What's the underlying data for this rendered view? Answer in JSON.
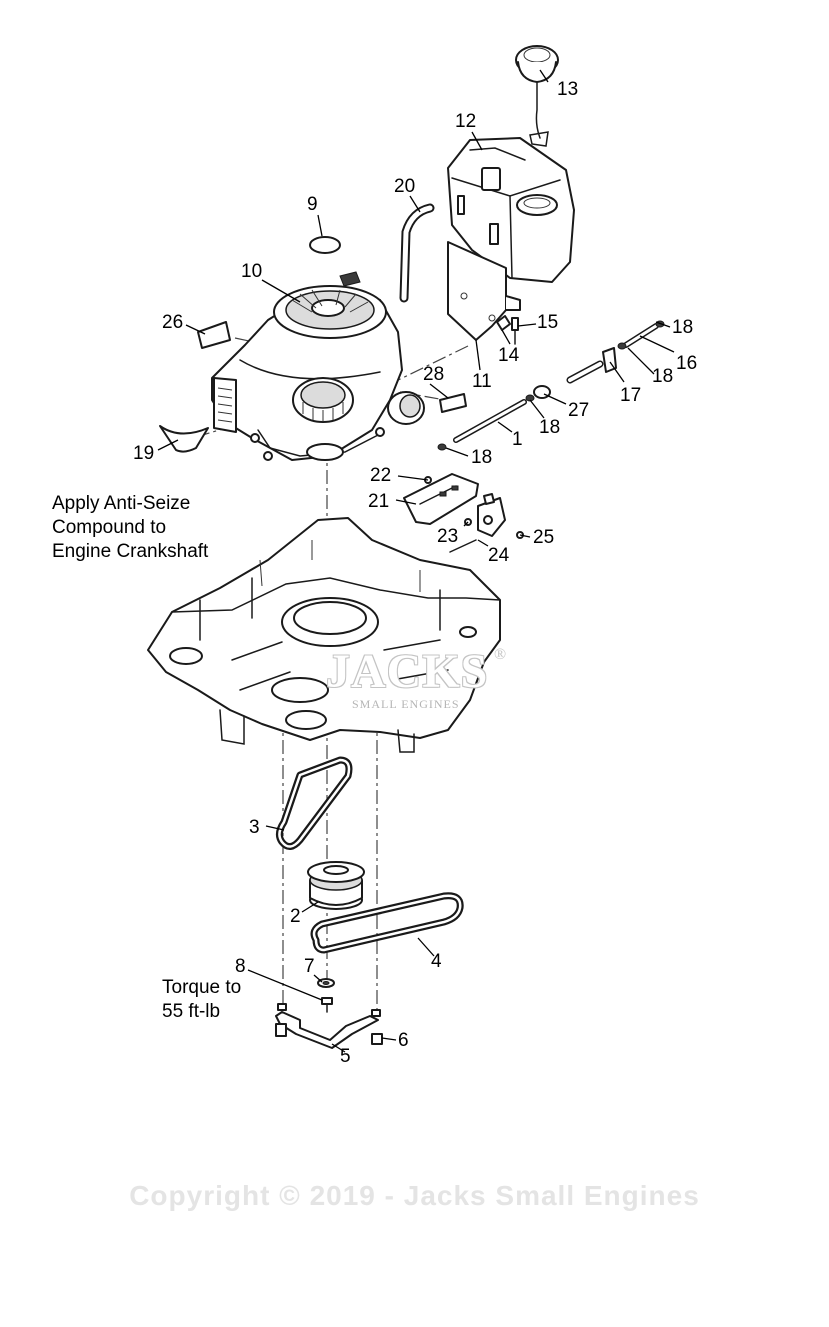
{
  "callouts": {
    "n1": "1",
    "n2": "2",
    "n3": "3",
    "n4": "4",
    "n5": "5",
    "n6": "6",
    "n7": "7",
    "n8": "8",
    "n9": "9",
    "n10": "10",
    "n11": "11",
    "n12": "12",
    "n13": "13",
    "n14": "14",
    "n15": "15",
    "n16": "16",
    "n17": "17",
    "n18a": "18",
    "n18b": "18",
    "n18c": "18",
    "n18d": "18",
    "n19": "19",
    "n20": "20",
    "n21": "21",
    "n22": "22",
    "n23": "23",
    "n24": "24",
    "n25": "25",
    "n26": "26",
    "n27": "27",
    "n28": "28"
  },
  "notes": {
    "anti_seize": [
      "Apply Anti-Seize",
      "Compound to",
      "Engine Crankshaft"
    ],
    "torque": [
      "Torque to",
      "55 ft-lb"
    ]
  },
  "watermark": {
    "logo": "JACKS",
    "registered": "®",
    "tagline": "SMALL ENGINES"
  },
  "copyright": "Copyright © 2019 - Jacks Small Engines"
}
